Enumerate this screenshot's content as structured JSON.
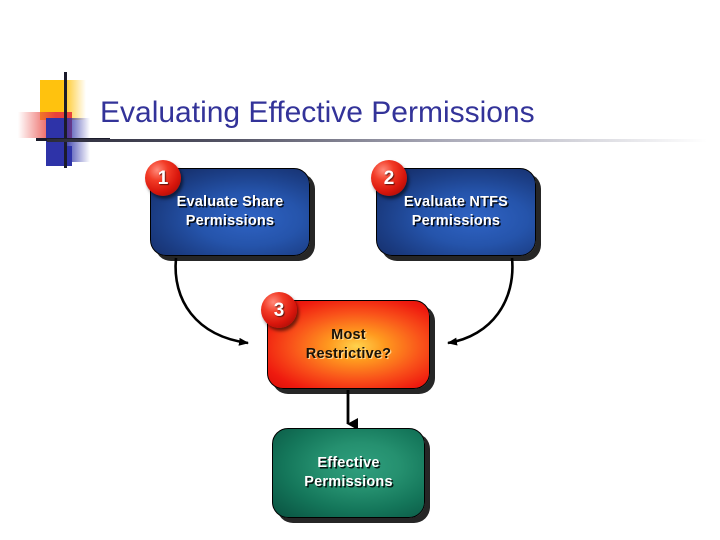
{
  "slide": {
    "title": "Evaluating Effective Permissions",
    "title_color": "#333399",
    "background": "#ffffff"
  },
  "logo": {
    "name": "decorative-corner-logo",
    "colors": {
      "yellow": "#FFC20E",
      "red": "#E8413C",
      "blue": "#2E33A8",
      "crosshair": "#1b1b2a"
    }
  },
  "diagram": {
    "type": "flowchart",
    "nodes": [
      {
        "id": "evaluate-share",
        "badge": "1",
        "label": "Evaluate Share\nPermissions",
        "line1": "Evaluate Share",
        "line2": "Permissions",
        "color": "#1f4fa5",
        "style": "blue"
      },
      {
        "id": "evaluate-ntfs",
        "badge": "2",
        "label": "Evaluate NTFS\nPermissions",
        "line1": "Evaluate NTFS",
        "line2": "Permissions",
        "color": "#1f4fa5",
        "style": "blue"
      },
      {
        "id": "most-restrictive",
        "badge": "3",
        "label": "Most\nRestrictive?",
        "line1": "Most",
        "line2": "Restrictive?",
        "color": "#f4360f",
        "style": "red"
      },
      {
        "id": "effective-permissions",
        "badge": "",
        "label": "Effective\nPermissions",
        "line1": "Effective",
        "line2": "Permissions",
        "color": "#16785b",
        "style": "green"
      }
    ],
    "edges": [
      {
        "from": "evaluate-share",
        "to": "most-restrictive",
        "style": "curved-arrow"
      },
      {
        "from": "evaluate-ntfs",
        "to": "most-restrictive",
        "style": "curved-arrow"
      },
      {
        "from": "most-restrictive",
        "to": "effective-permissions",
        "style": "straight-arrow"
      }
    ],
    "edge_color": "#000000"
  }
}
